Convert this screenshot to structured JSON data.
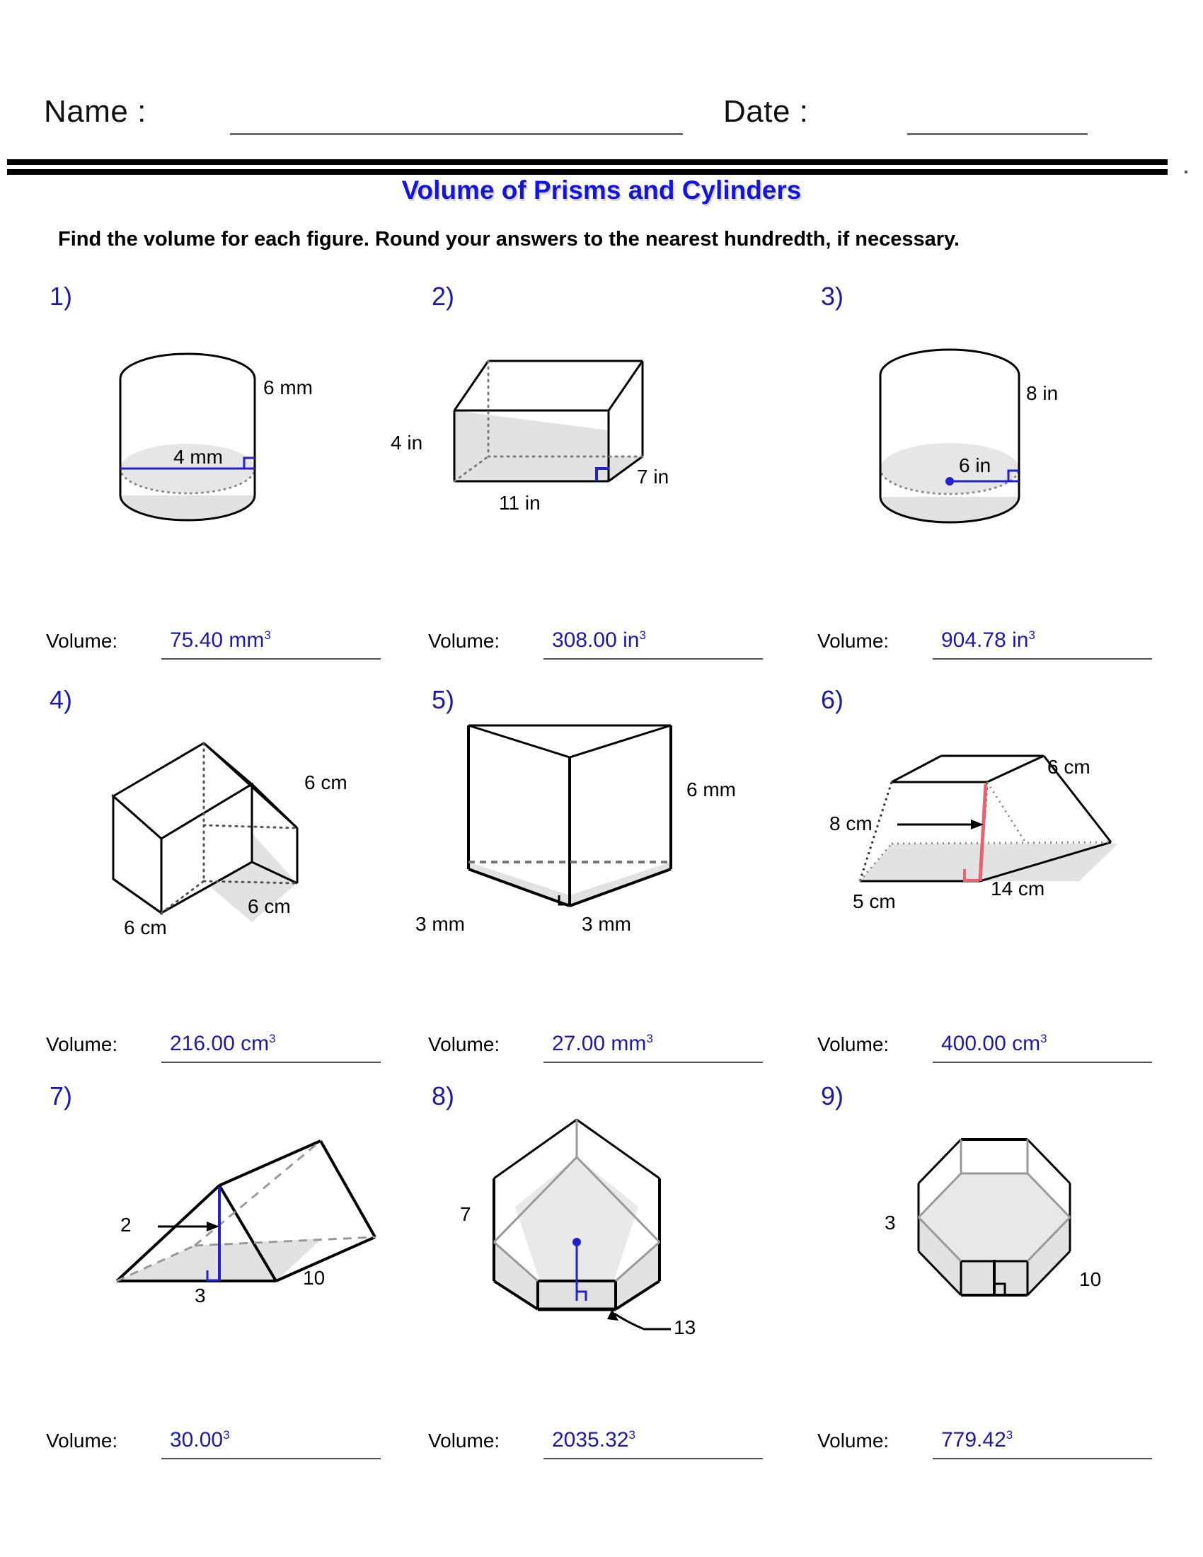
{
  "header": {
    "name_label": "Name :",
    "date_label": "Date :"
  },
  "title": "Volume of Prisms and Cylinders",
  "instructions": "Find the volume for each figure. Round your answers to the nearest hundredth, if necessary.",
  "volume_label": "Volume:",
  "colors": {
    "title_blue": "#1414e0",
    "number_blue": "#1a1aa8",
    "answer_blue": "#1a1aad",
    "dim_blue": "#2222cc",
    "altitude_red": "#e8616e",
    "shade_gray": "#e2e2e2"
  },
  "problems": [
    {
      "number": "1)",
      "shape": "cylinder",
      "labels": {
        "height": "6 mm",
        "radius": "4 mm"
      },
      "answer_value": "75.40 mm",
      "answer_exponent": "3"
    },
    {
      "number": "2)",
      "shape": "rectangular-prism",
      "labels": {
        "height": "4 in",
        "depth": "7 in",
        "width": "11 in"
      },
      "answer_value": "308.00 in",
      "answer_exponent": "3"
    },
    {
      "number": "3)",
      "shape": "cylinder",
      "labels": {
        "height": "8 in",
        "radius": "6 in"
      },
      "answer_value": "904.78 in",
      "answer_exponent": "3"
    },
    {
      "number": "4)",
      "shape": "cube",
      "labels": {
        "edge_right": "6 cm",
        "edge_bottom_left": "6 cm",
        "edge_bottom_right": "6 cm"
      },
      "answer_value": "216.00 cm",
      "answer_exponent": "3"
    },
    {
      "number": "5)",
      "shape": "triangular-prism",
      "labels": {
        "height": "6 mm",
        "leg_left": "3 mm",
        "leg_right": "3 mm"
      },
      "answer_value": "27.00 mm",
      "answer_exponent": "3"
    },
    {
      "number": "6)",
      "shape": "trapezoidal-prism",
      "labels": {
        "top": "6 cm",
        "slant": "8 cm",
        "depth": "5 cm",
        "bottom": "14 cm"
      },
      "answer_value": "400.00 cm",
      "answer_exponent": "3"
    },
    {
      "number": "7)",
      "shape": "triangular-prism",
      "labels": {
        "height": "2",
        "base": "3",
        "length": "10"
      },
      "answer_value": "30.00",
      "answer_exponent": "3"
    },
    {
      "number": "8)",
      "shape": "pentagonal-prism",
      "labels": {
        "height": "7",
        "side": "13"
      },
      "answer_value": "2035.32",
      "answer_exponent": "3"
    },
    {
      "number": "9)",
      "shape": "hexagonal-prism",
      "labels": {
        "height": "3",
        "side": "10"
      },
      "answer_value": "779.42",
      "answer_exponent": "3"
    }
  ]
}
